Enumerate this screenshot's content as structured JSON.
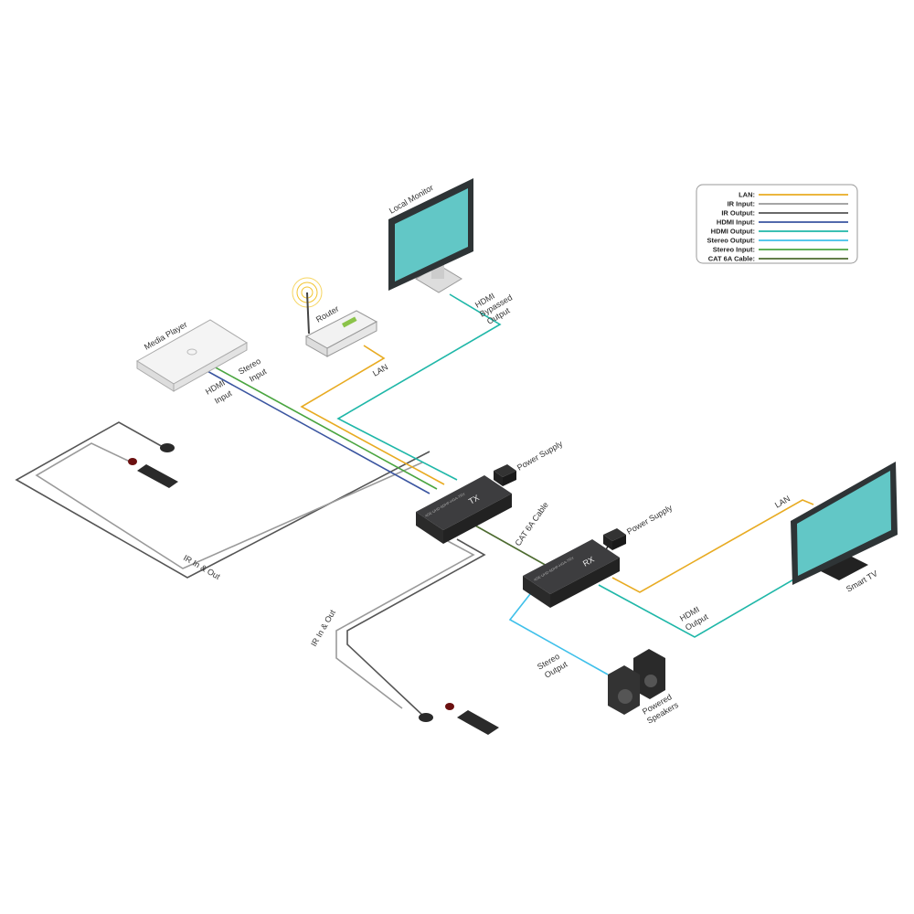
{
  "colors": {
    "lan": "#e8ab22",
    "ir_input": "#9a9a9a",
    "ir_output": "#555555",
    "hdmi_input": "#3a55a0",
    "hdmi_output": "#1fb7a8",
    "stereo_output": "#3fc0ea",
    "stereo_input": "#4aa540",
    "cat6a": "#4d6b30",
    "screen": "#62c7c6",
    "device": "#3a3a3c"
  },
  "legend": [
    {
      "label": "LAN:",
      "key": "lan"
    },
    {
      "label": "IR Input:",
      "key": "ir_input"
    },
    {
      "label": "IR Output:",
      "key": "ir_output"
    },
    {
      "label": "HDMI Input:",
      "key": "hdmi_input"
    },
    {
      "label": "HDMI Output:",
      "key": "hdmi_output"
    },
    {
      "label": "Stereo Output:",
      "key": "stereo_output"
    },
    {
      "label": "Stereo Input:",
      "key": "stereo_input"
    },
    {
      "label": "CAT 6A Cable:",
      "key": "cat6a"
    }
  ],
  "devices": {
    "local_monitor": "Local Monitor",
    "router": "Router",
    "media_player": "Media Player",
    "tx": "TX",
    "rx": "RX",
    "tx_model": "4GE-UHD-SDHP-HGA-TRX",
    "rx_model": "4GE-UHD-SDHP-HGA-TRX",
    "smart_tv": "Smart TV",
    "speakers_1": "Powered",
    "speakers_2": "Speakers",
    "power_supply_tx": "Power Supply",
    "power_supply_rx": "Power Supply"
  },
  "labels": {
    "hdmi_bypassed_1": "HDMI",
    "hdmi_bypassed_2": "Bypassed",
    "hdmi_bypassed_3": "Output",
    "lan_tx": "LAN",
    "stereo_input_1": "Stereo",
    "stereo_input_2": "Input",
    "hdmi_input_1": "HDMI",
    "hdmi_input_2": "Input",
    "ir_left": "IR In & Out",
    "ir_bottom": "IR In & Out",
    "cat6a": "CAT 6A Cable",
    "lan_rx": "LAN",
    "hdmi_output_1": "HDMI",
    "hdmi_output_2": "Output",
    "stereo_output_1": "Stereo",
    "stereo_output_2": "Output"
  }
}
